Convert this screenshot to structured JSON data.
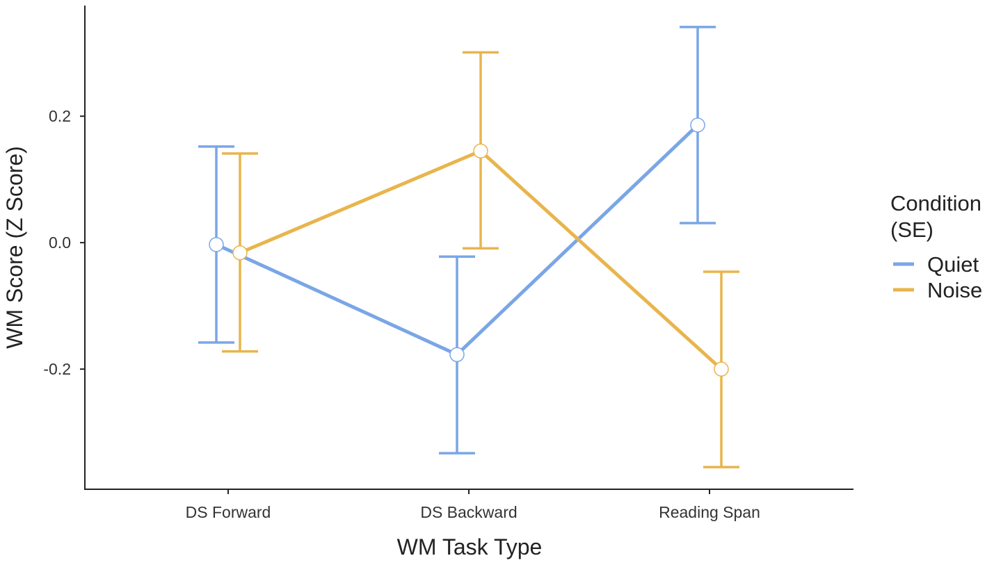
{
  "chart_data": {
    "type": "line",
    "title": "",
    "xlabel": "WM Task Type",
    "ylabel": "WM Score (Z Score)",
    "categories": [
      "DS Forward",
      "DS Backward",
      "Reading Span"
    ],
    "ylim": [
      -0.39,
      0.375
    ],
    "yticks": [
      -0.2,
      0.0,
      0.2
    ],
    "ytick_labels": [
      "-0.2",
      "0.0",
      "0.2"
    ],
    "grid": false,
    "legend": {
      "title_lines": [
        "Condition",
        "(SE)"
      ],
      "position": "right"
    },
    "series": [
      {
        "name": "Quiet",
        "color": "#7aa6e6",
        "values": [
          -0.003,
          -0.177,
          0.186
        ],
        "se_low": [
          -0.158,
          -0.333,
          0.031
        ],
        "se_high": [
          0.152,
          -0.022,
          0.341
        ]
      },
      {
        "name": "Noise",
        "color": "#e8b54d",
        "values": [
          -0.016,
          0.145,
          -0.2
        ],
        "se_low": [
          -0.172,
          -0.009,
          -0.355
        ],
        "se_high": [
          0.141,
          0.301,
          -0.046
        ]
      }
    ]
  }
}
